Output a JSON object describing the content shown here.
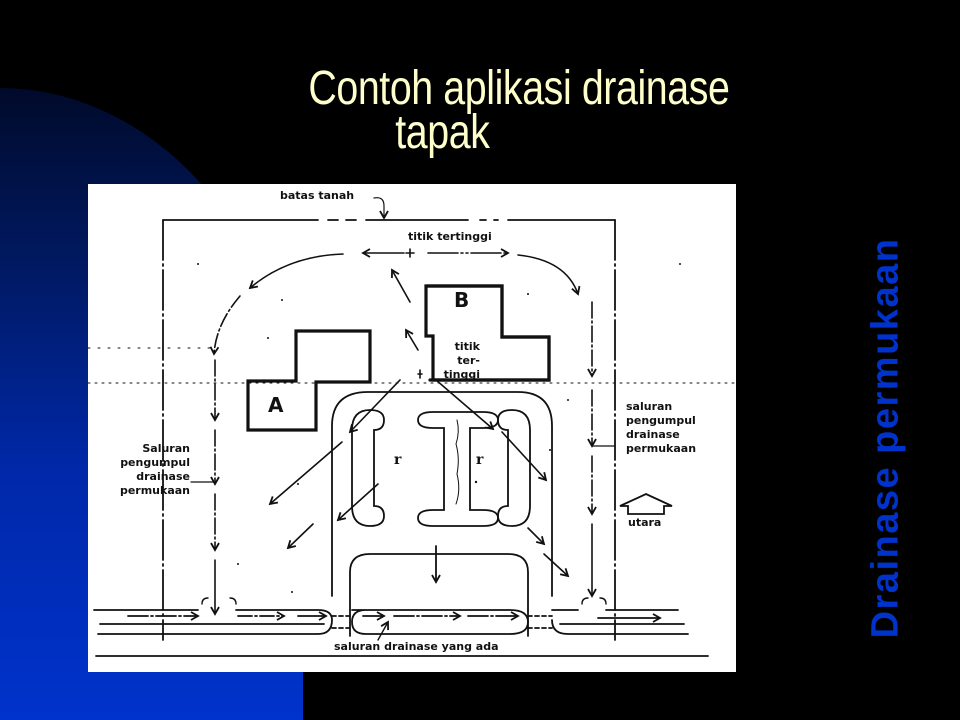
{
  "slide": {
    "title_line1": "Contoh aplikasi drainase",
    "title_line2": "tapak",
    "side_label": "Drainase permukaan",
    "colors": {
      "background": "#000000",
      "title": "#ffffcc",
      "side_label": "#0033cc",
      "accent_blue": "#0033cc"
    }
  },
  "diagram": {
    "labels": {
      "boundary": "batas tanah",
      "highest_point_top": "titik tertinggi",
      "highest_point_center_1": "titik",
      "highest_point_center_2": "ter-",
      "highest_point_center_3": "tinggi",
      "building_a": "A",
      "building_b": "B",
      "left_channel_1": "Saluran",
      "left_channel_2": "pengumpul",
      "left_channel_3": "drainase",
      "left_channel_4": "permukaan",
      "right_channel_1": "saluran",
      "right_channel_2": "pengumpul",
      "right_channel_3": "drainase",
      "right_channel_4": "permukaan",
      "north": "utara",
      "existing_drain": "saluran drainase yang ada"
    }
  }
}
